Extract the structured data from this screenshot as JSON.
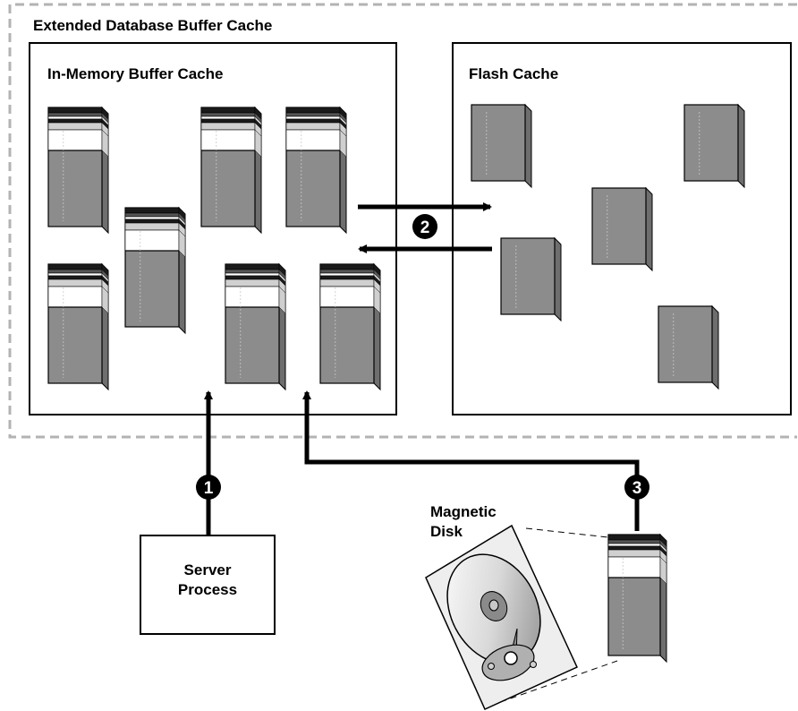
{
  "labels": {
    "extended_cache": "Extended Database Buffer Cache",
    "in_memory_cache": "In-Memory Buffer Cache",
    "flash_cache": "Flash Cache",
    "server_process_line1": "Server",
    "server_process_line2": "Process",
    "magnetic_disk_line1": "Magnetic",
    "magnetic_disk_line2": "Disk"
  },
  "steps": [
    "1",
    "2",
    "3"
  ],
  "colors": {
    "block_gray": "#8c8c8c",
    "block_side": "#6e6e6e",
    "block_dark": "#1a1a1a",
    "dashed_border": "#b3b3b3",
    "line": "#000000",
    "background": "#ffffff"
  }
}
